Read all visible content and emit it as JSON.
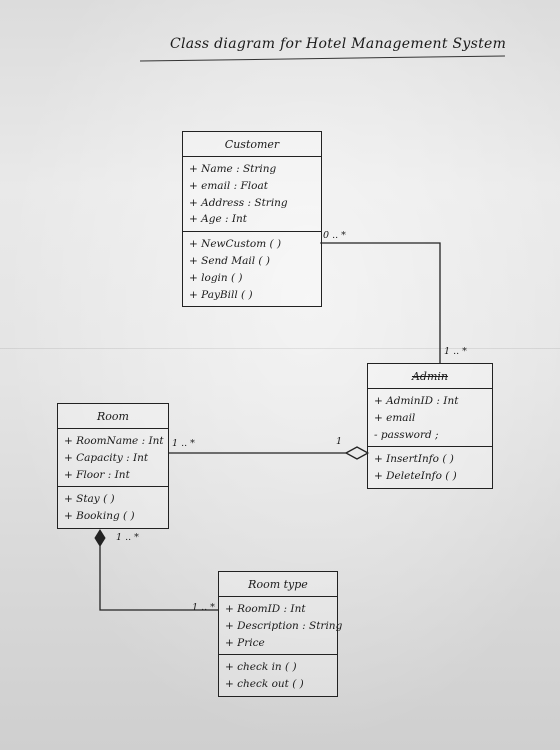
{
  "title": "Class diagram for Hotel Management System",
  "classes": {
    "customer": {
      "name": "Customer",
      "attributes": [
        "+ Name : String",
        "+ email : Float",
        "+ Address : String",
        "+ Age : Int"
      ],
      "methods": [
        "+ NewCustom ( )",
        "+ Send Mail ( )",
        "+ login ( )",
        "+ PayBill ( )"
      ]
    },
    "admin": {
      "name": "Admin",
      "attributes": [
        "+ AdminID : Int",
        "+ email",
        "- password ;"
      ],
      "methods": [
        "+ InsertInfo ( )",
        "+ DeleteInfo ( )"
      ]
    },
    "room": {
      "name": "Room",
      "attributes": [
        "+ RoomName : Int",
        "+ Capacity : Int",
        "+ Floor : Int"
      ],
      "methods": [
        "+ Stay ( )",
        "+ Booking ( )"
      ]
    },
    "roomtype": {
      "name": "Room type",
      "attributes": [
        "+ RoomID : Int",
        "+ Description : String",
        "+ Price"
      ],
      "methods": [
        "+ check in ( )",
        "+ check out ( )"
      ]
    }
  },
  "multiplicities": {
    "customer_admin_customer_end": "0 .. *",
    "customer_admin_admin_end": "1 .. *",
    "room_admin_room_end": "1 .. *",
    "room_admin_admin_end": "1",
    "room_roomtype_room_end": "1 .. *",
    "room_roomtype_roomtype_end": "1 .. *"
  }
}
